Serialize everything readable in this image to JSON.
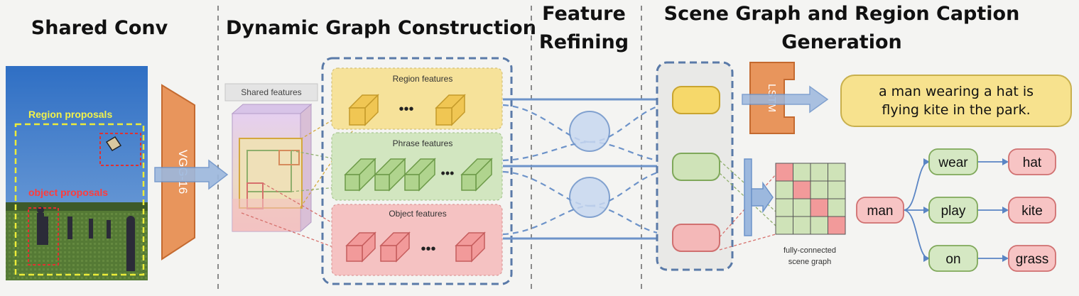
{
  "sections": {
    "shared_conv": "Shared Conv",
    "dynamic_graph": "Dynamic Graph Construction",
    "feature_refining": [
      "Feature",
      "Refining"
    ],
    "scene_graph": [
      "Scene Graph and Region Caption",
      "Generation"
    ]
  },
  "photo": {
    "region_proposals": "Region proposals",
    "object_proposals": "object proposals"
  },
  "backbone": "VGG-16",
  "shared_features": "Shared features",
  "features": {
    "region": "Region features",
    "phrase": "Phrase features",
    "object": "Object features",
    "ellipsis": "•••"
  },
  "lstm": "LSTM",
  "caption": [
    "a man wearing a hat is",
    "flying kite in the park."
  ],
  "scene_graph_label": [
    "fully-connected",
    "scene graph"
  ],
  "graph_nodes": {
    "man": "man",
    "wear": "wear",
    "play": "play",
    "on": "on",
    "hat": "hat",
    "kite": "kite",
    "grass": "grass"
  },
  "colors": {
    "region": "#f6e29a",
    "phrase": "#d2e6c0",
    "object": "#f5c2c2",
    "arrow": "#6d93c9",
    "backbone": "#e8955c"
  }
}
